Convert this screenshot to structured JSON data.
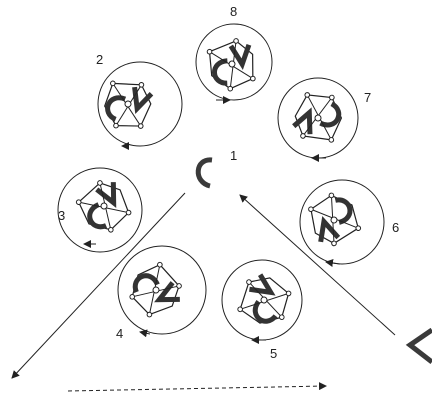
{
  "figure": {
    "center_label": "1",
    "arrangement_labels": [
      "2",
      "3",
      "4",
      "5",
      "6",
      "7",
      "8"
    ]
  },
  "colors": {
    "stroke": "#222222",
    "u_piece": "#3a3a3a",
    "v_piece": "#3a3a3a",
    "background": "#ffffff"
  },
  "icons": {
    "center_piece": "u-shape-icon",
    "corner_piece": "v-shape-icon"
  }
}
